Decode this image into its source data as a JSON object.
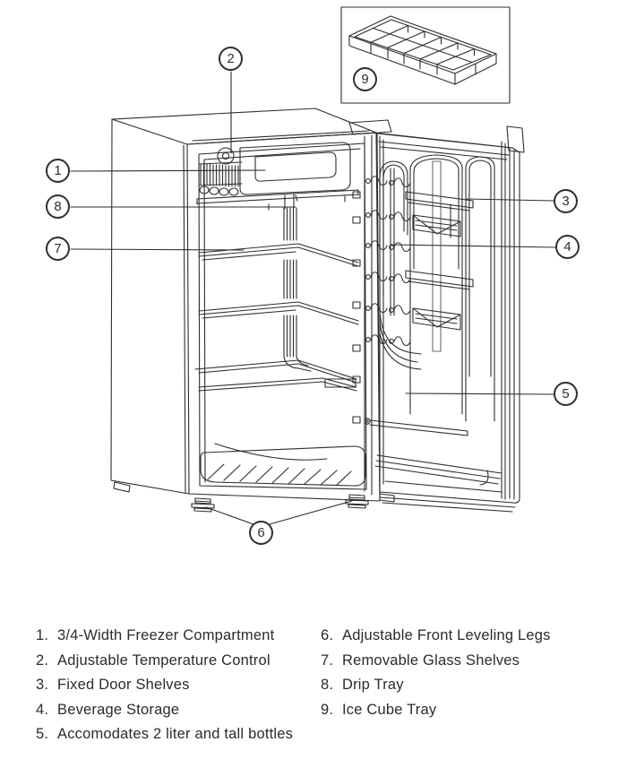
{
  "document": {
    "type": "refrigerator parts diagram"
  },
  "callout_numbers": [
    "1",
    "2",
    "3",
    "4",
    "5",
    "6",
    "7",
    "8",
    "9"
  ],
  "legend": {
    "left": [
      {
        "num": "1.",
        "label": "3/4-Width Freezer Compartment"
      },
      {
        "num": "2.",
        "label": "Adjustable Temperature Control"
      },
      {
        "num": "3.",
        "label": "Fixed Door Shelves"
      },
      {
        "num": "4.",
        "label": "Beverage Storage"
      },
      {
        "num": "5.",
        "label": "Accomodates 2 liter and tall bottles"
      }
    ],
    "right": [
      {
        "num": "6.",
        "label": "Adjustable Front Leveling Legs"
      },
      {
        "num": "7.",
        "label": "Removable Glass Shelves"
      },
      {
        "num": "8.",
        "label": "Drip Tray"
      },
      {
        "num": "9.",
        "label": "Ice Cube Tray"
      }
    ]
  },
  "colors": {
    "line": "#2e2e2e",
    "text": "#2b2b2b",
    "bg": "#ffffff",
    "shade": "#b9bdbd"
  }
}
